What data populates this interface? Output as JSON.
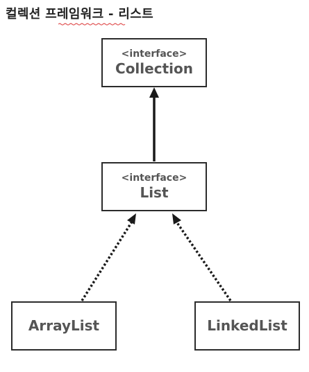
{
  "title": "컬렉션 프레임워크 - 리스트",
  "nodes": {
    "collection": {
      "stereotype": "<interface>",
      "name": "Collection"
    },
    "list": {
      "stereotype": "<interface>",
      "name": "List"
    },
    "arraylist": {
      "name": "ArrayList"
    },
    "linkedlist": {
      "name": "LinkedList"
    }
  },
  "edges": [
    {
      "from": "List",
      "to": "Collection",
      "style": "solid"
    },
    {
      "from": "ArrayList",
      "to": "List",
      "style": "dotted"
    },
    {
      "from": "LinkedList",
      "to": "List",
      "style": "dotted"
    }
  ],
  "colors": {
    "spellcheck_underline": "#e05050",
    "stroke": "#1a1a1a"
  }
}
